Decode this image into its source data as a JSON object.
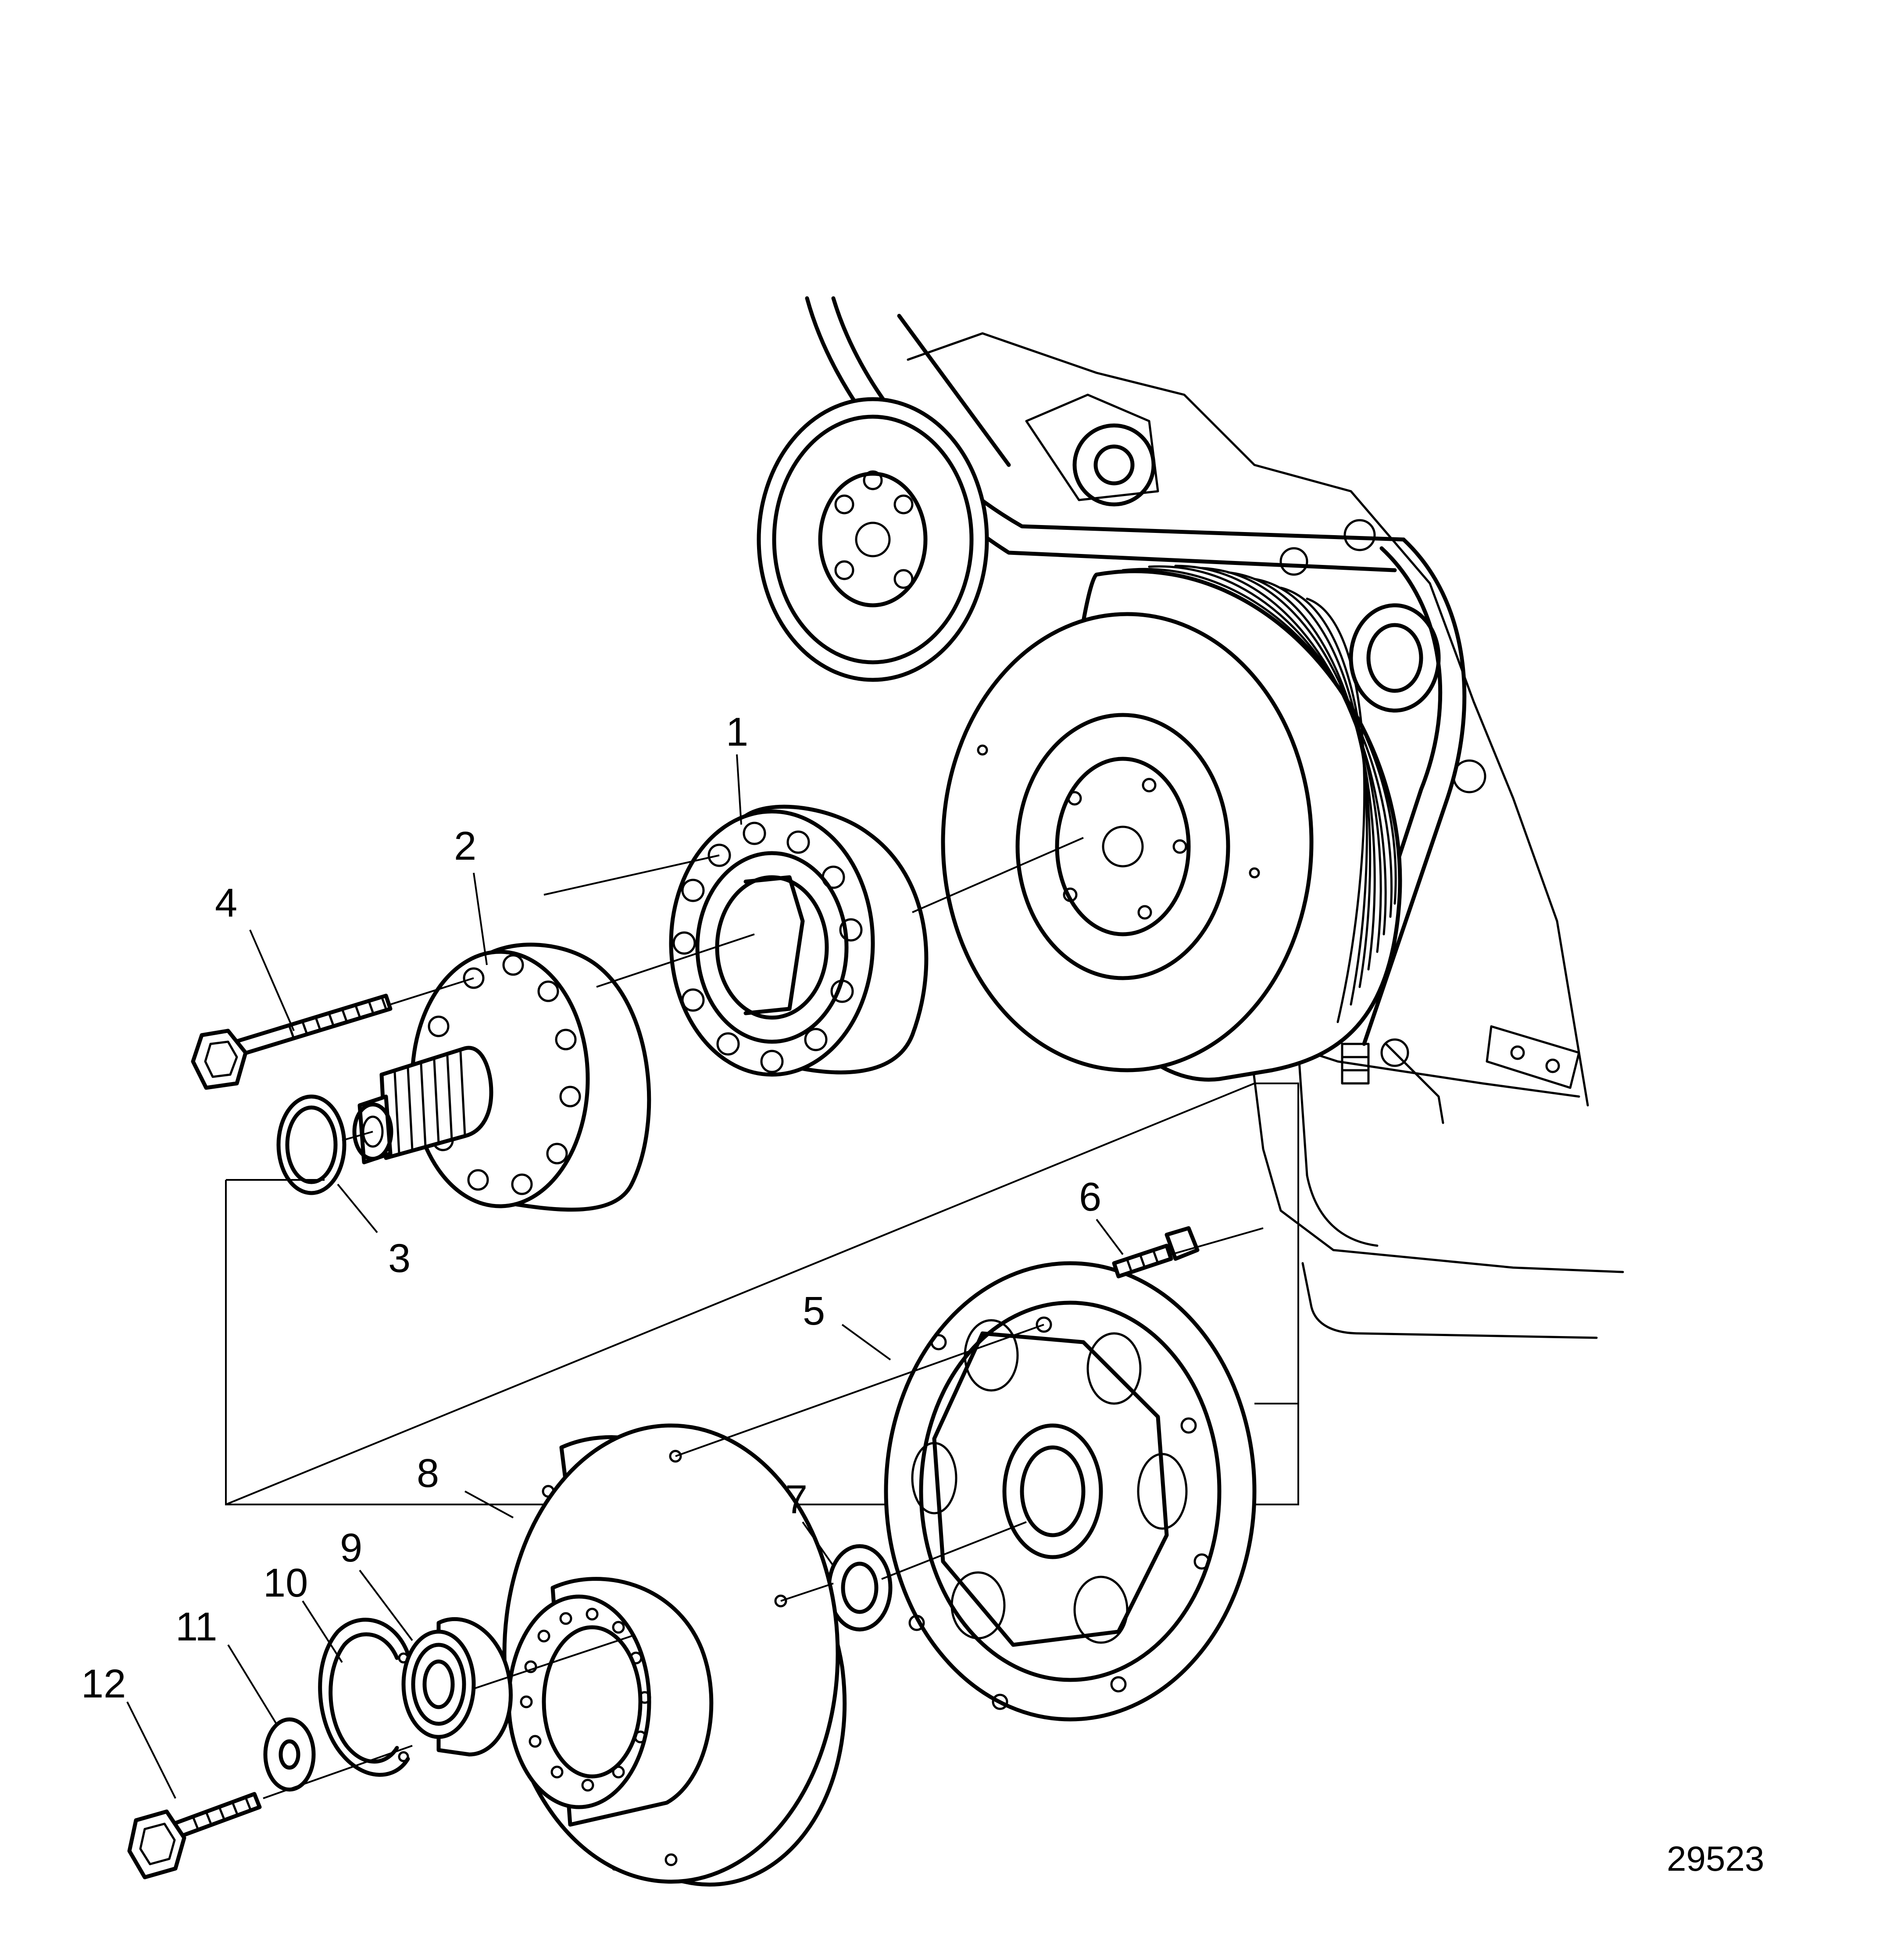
{
  "diagram": {
    "type": "exploded-parts-view",
    "drawing_number": "29523",
    "callouts": [
      {
        "id": "1",
        "label": "1"
      },
      {
        "id": "2",
        "label": "2"
      },
      {
        "id": "3",
        "label": "3"
      },
      {
        "id": "4",
        "label": "4"
      },
      {
        "id": "5",
        "label": "5"
      },
      {
        "id": "6",
        "label": "6"
      },
      {
        "id": "7",
        "label": "7"
      },
      {
        "id": "8",
        "label": "8"
      },
      {
        "id": "9",
        "label": "9"
      },
      {
        "id": "10",
        "label": "10"
      },
      {
        "id": "11",
        "label": "11"
      },
      {
        "id": "12",
        "label": "12"
      }
    ]
  }
}
